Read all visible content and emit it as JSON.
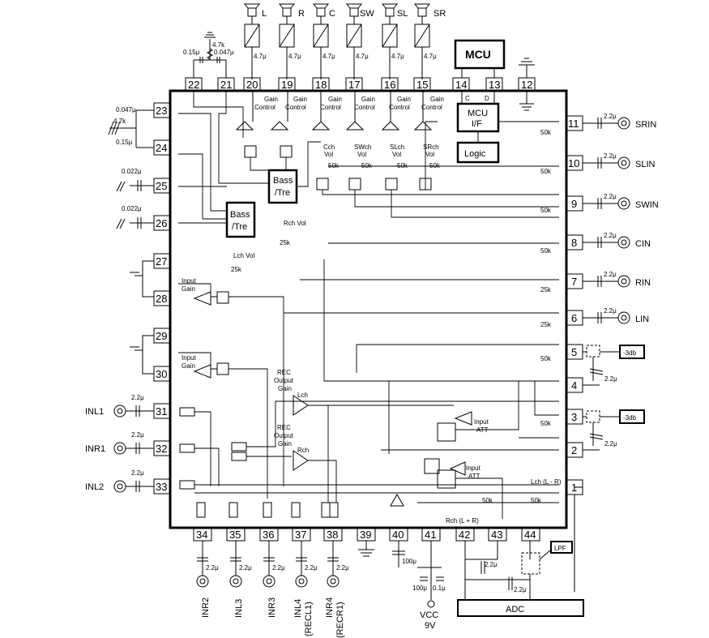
{
  "speakers": [
    {
      "label": "L",
      "cap": "4.7μ",
      "pin": "20"
    },
    {
      "label": "R",
      "cap": "4.7μ",
      "pin": "19"
    },
    {
      "label": "C",
      "cap": "4.7μ",
      "pin": "18"
    },
    {
      "label": "SW",
      "cap": "4.7μ",
      "pin": "17"
    },
    {
      "label": "SL",
      "cap": "4.7μ",
      "pin": "16"
    },
    {
      "label": "SR",
      "cap": "4.7μ",
      "pin": "15"
    }
  ],
  "top_pins": {
    "p22": "22",
    "p21": "21",
    "p14": "14",
    "p13": "13",
    "p12": "12"
  },
  "top_parts": {
    "r1": "4.7k",
    "c1": "0.15μ",
    "c2": "0.047μ"
  },
  "left_pins": [
    "23",
    "24",
    "25",
    "26",
    "27",
    "28",
    "29",
    "30",
    "31",
    "32",
    "33"
  ],
  "left_parts": {
    "c23": "0.047μ",
    "r23": "4.7k",
    "c24": "0.15μ",
    "c25": "0.022μ",
    "c26": "0.022μ"
  },
  "left_inputs": [
    {
      "label": "INL1",
      "cap": "2.2μ"
    },
    {
      "label": "INR1",
      "cap": "2.2μ"
    },
    {
      "label": "INL2",
      "cap": "2.2μ"
    }
  ],
  "right_pins": [
    "11",
    "10",
    "9",
    "8",
    "7",
    "6",
    "5",
    "4",
    "3",
    "2",
    "1"
  ],
  "right_inputs": [
    {
      "label": "SRIN",
      "cap": "2.2μ"
    },
    {
      "label": "SLIN",
      "cap": "2.2μ"
    },
    {
      "label": "SWIN",
      "cap": "2.2μ"
    },
    {
      "label": "CIN",
      "cap": "2.2μ"
    },
    {
      "label": "RIN",
      "cap": "2.2μ"
    },
    {
      "label": "LIN",
      "cap": "2.2μ"
    }
  ],
  "right_parts": {
    "att": "-3db",
    "cap5": "2.2μ",
    "cap3": "2.2μ",
    "r50k": "50k",
    "r25k": "25k"
  },
  "bottom_pins": [
    "34",
    "35",
    "36",
    "37",
    "38",
    "39",
    "40",
    "41",
    "42",
    "43",
    "44"
  ],
  "bottom_inputs": [
    {
      "label": "INR2",
      "sub": ""
    },
    {
      "label": "INL3",
      "sub": ""
    },
    {
      "label": "INR3",
      "sub": ""
    },
    {
      "label": "INL4",
      "sub": "(RECL1)"
    },
    {
      "label": "INR4",
      "sub": "(RECR1)"
    }
  ],
  "bottom_parts": {
    "cap": "2.2μ",
    "c100": "100μ",
    "c01": "0.1μ",
    "c100b": "100μ",
    "vcc": "VCC",
    "vcc_v": "9V",
    "lpf": "LPF",
    "adc": "ADC",
    "c42": "2.2μ",
    "c43": "2.2μ"
  },
  "blocks": {
    "mcu": "MCU",
    "mcu_if_1": "MCU",
    "mcu_if_2": "I/F",
    "logic": "Logic",
    "c": "C",
    "d": "D",
    "bass1": "Bass",
    "tre1": "/Tre",
    "bass2": "Bass",
    "tre2": "/Tre",
    "gain_control_1": "Gain",
    "gain_control_2": "Control",
    "cch_vol_1": "Cch",
    "cch_vol_2": "Vol",
    "swch_vol_1": "SWch",
    "swch_vol_2": "Vol",
    "slch_vol_1": "SLch",
    "slch_vol_2": "Vol",
    "srch_vol_1": "SRch",
    "srch_vol_2": "Vol",
    "rch_vol": "Rch Vol",
    "lch_vol": "Lch Vol",
    "input_gain_1": "Input",
    "input_gain_2": "Gain",
    "rec_1": "REC",
    "rec_2": "Output",
    "rec_3": "Gain",
    "lch": "Lch",
    "rch": "Rch",
    "input_att_1": "Input",
    "input_att_2": "ATT",
    "lch_lr": "Lch (L - R)",
    "rch_lr": "Rch (L + R)",
    "r50k": "50k",
    "r25k": "25k"
  }
}
